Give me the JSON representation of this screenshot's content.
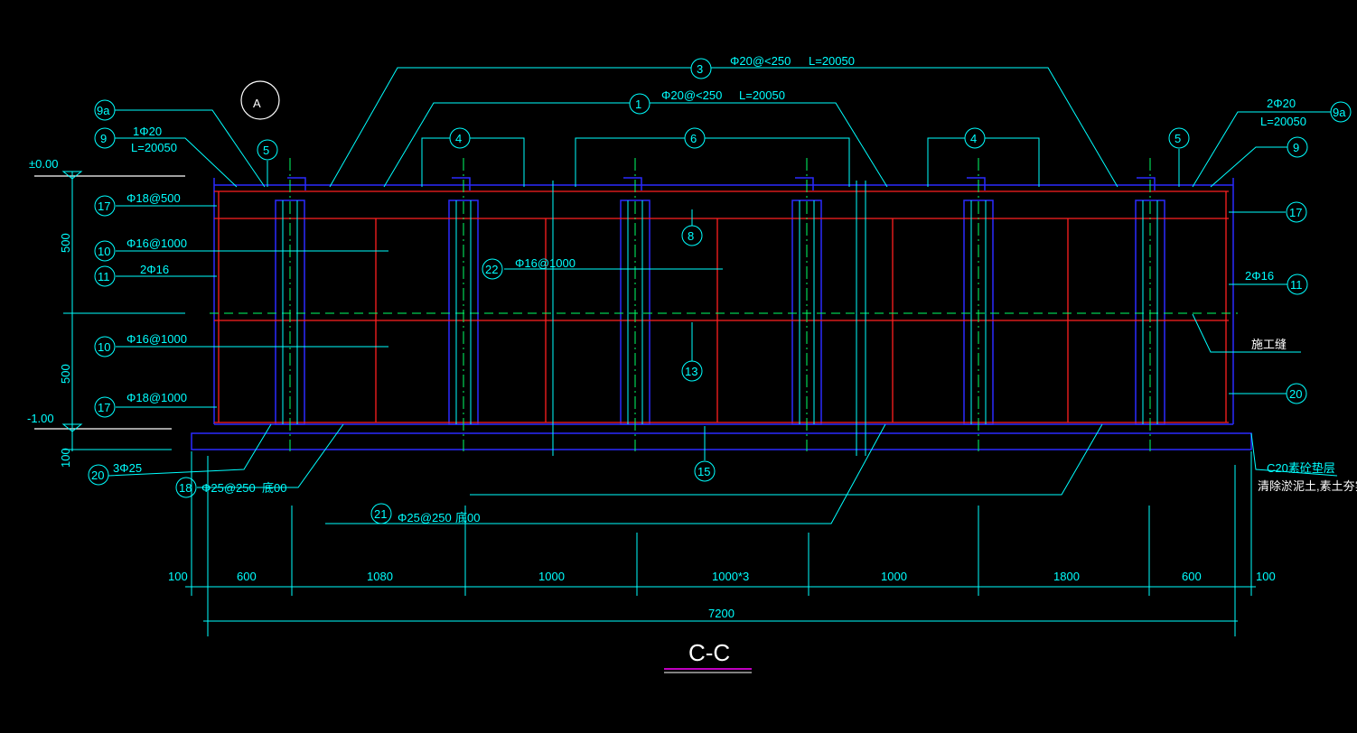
{
  "title": "C-C",
  "axis_bubble": "A",
  "elevations": {
    "top": "±0.00",
    "bottom": "-1.00"
  },
  "vertical_dims": [
    "500",
    "500",
    "100"
  ],
  "marks": {
    "m3": "3",
    "m1": "1",
    "m4a": "4",
    "m6": "6",
    "m4b": "4",
    "m5l": "5",
    "m5r": "5",
    "m9a_l": "9a",
    "m9_l": "9",
    "m9a_r": "9a",
    "m9_r": "9",
    "m17a": "17",
    "m10a": "10",
    "m11l": "11",
    "m10b": "10",
    "m17b": "17",
    "m20l": "20",
    "m18": "18",
    "m21": "21",
    "m15": "15",
    "m8": "8",
    "m13": "13",
    "m22": "22",
    "m17r": "17",
    "m11r": "11",
    "m20r": "20"
  },
  "labels": {
    "r3": "Φ20@<250",
    "r3L": "L=20050",
    "r1": "Φ20@<250",
    "r1L": "L=20050",
    "rl_top": "1Φ20",
    "rl_topL": "L=20050",
    "rr_top": "2Φ20",
    "rr_topL": "L=20050",
    "r17a": "Φ18@500",
    "r10a": "Φ16@1000",
    "r11l": "2Φ16",
    "r10b": "Φ16@1000",
    "r17b": "Φ18@1000",
    "r22": "Φ16@1000",
    "r11r": "2Φ16",
    "r20l": "3Φ25",
    "r18": "Φ25@250",
    "r18b": "底00",
    "r21": "Φ25@250",
    "r21b": "底00",
    "joint": "施工缝",
    "c20": "C20素砼垫层",
    "soil": "清除淤泥土,素土夯实,素土压实系数"
  },
  "horizontal_dims": [
    "100",
    "600",
    "1080",
    "1000",
    "1000*3",
    "1000",
    "1800",
    "600",
    "100"
  ],
  "total_dim": "7200"
}
